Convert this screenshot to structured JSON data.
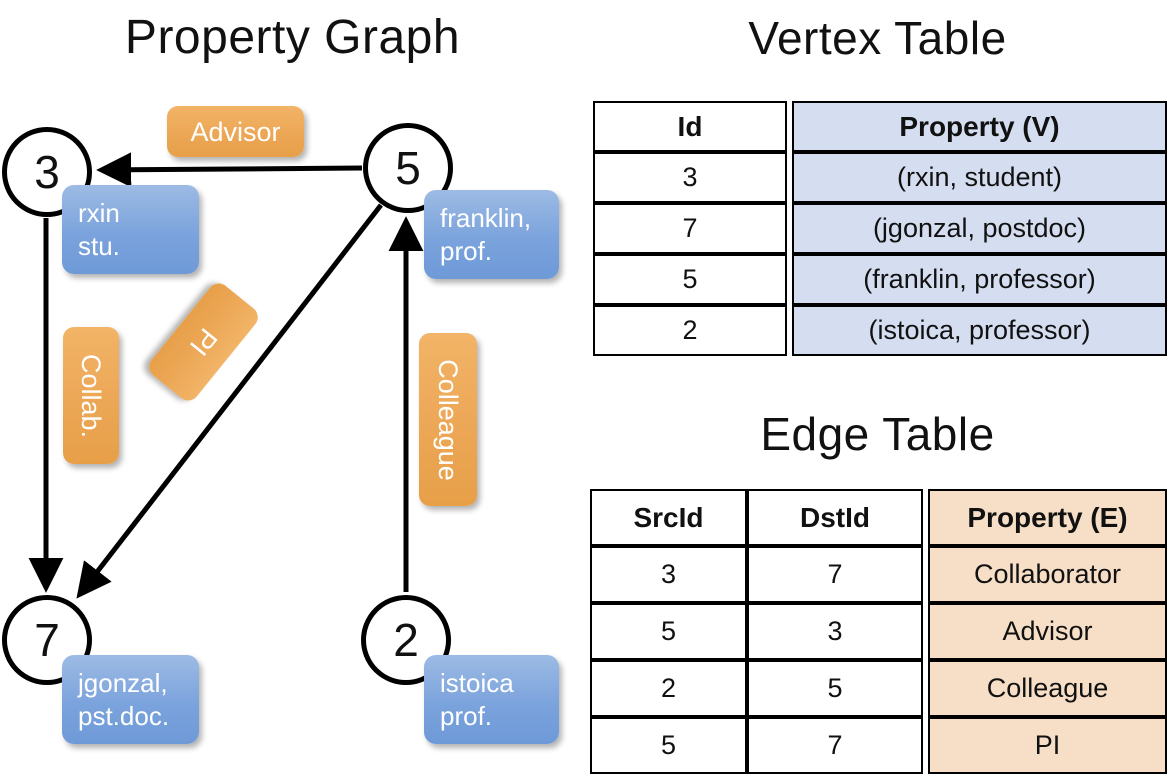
{
  "titles": {
    "property_graph": "Property Graph",
    "vertex_table": "Vertex Table",
    "edge_table": "Edge Table"
  },
  "graph": {
    "nodes": [
      {
        "id": "3",
        "name": "node-3",
        "property_lines": [
          "rxin",
          "stu."
        ]
      },
      {
        "id": "5",
        "name": "node-5",
        "property_lines": [
          "franklin,",
          "prof."
        ]
      },
      {
        "id": "7",
        "name": "node-7",
        "property_lines": [
          "jgonzal,",
          "pst.doc."
        ]
      },
      {
        "id": "2",
        "name": "node-2",
        "property_lines": [
          "istoica",
          "prof."
        ]
      }
    ],
    "vertex_props": {
      "rxin_l1": "rxin",
      "rxin_l2": "stu.",
      "franklin_l1": "franklin,",
      "franklin_l2": "prof.",
      "jgonzal_l1": "jgonzal,",
      "jgonzal_l2": "pst.doc.",
      "istoica_l1": "istoica",
      "istoica_l2": "prof."
    },
    "edge_labels": {
      "advisor": "Advisor",
      "collab": "Collab.",
      "pi": "PI",
      "colleague": "Colleague"
    },
    "edges": [
      {
        "from": "5",
        "to": "3",
        "label": "Advisor"
      },
      {
        "from": "3",
        "to": "7",
        "label": "Collab."
      },
      {
        "from": "5",
        "to": "7",
        "label": "PI"
      },
      {
        "from": "2",
        "to": "5",
        "label": "Colleague"
      }
    ]
  },
  "vertex_table": {
    "headers": {
      "id": "Id",
      "property": "Property (V)"
    },
    "rows": [
      {
        "id": "3",
        "property": "(rxin, student)"
      },
      {
        "id": "7",
        "property": "(jgonzal, postdoc)"
      },
      {
        "id": "5",
        "property": "(franklin, professor)"
      },
      {
        "id": "2",
        "property": "(istoica, professor)"
      }
    ]
  },
  "edge_table": {
    "headers": {
      "src": "SrcId",
      "dst": "DstId",
      "property": "Property (E)"
    },
    "rows": [
      {
        "src": "3",
        "dst": "7",
        "property": "Collaborator"
      },
      {
        "src": "5",
        "dst": "3",
        "property": "Advisor"
      },
      {
        "src": "2",
        "dst": "5",
        "property": "Colleague"
      },
      {
        "src": "5",
        "dst": "7",
        "property": "PI"
      }
    ]
  },
  "colors": {
    "vertex_header_fill": "#d5def0",
    "edge_header_fill": "#f6dfc6",
    "node_callout_blue": "#7ba3dc",
    "edge_chip_orange": "#eca756",
    "stroke": "#000000"
  }
}
